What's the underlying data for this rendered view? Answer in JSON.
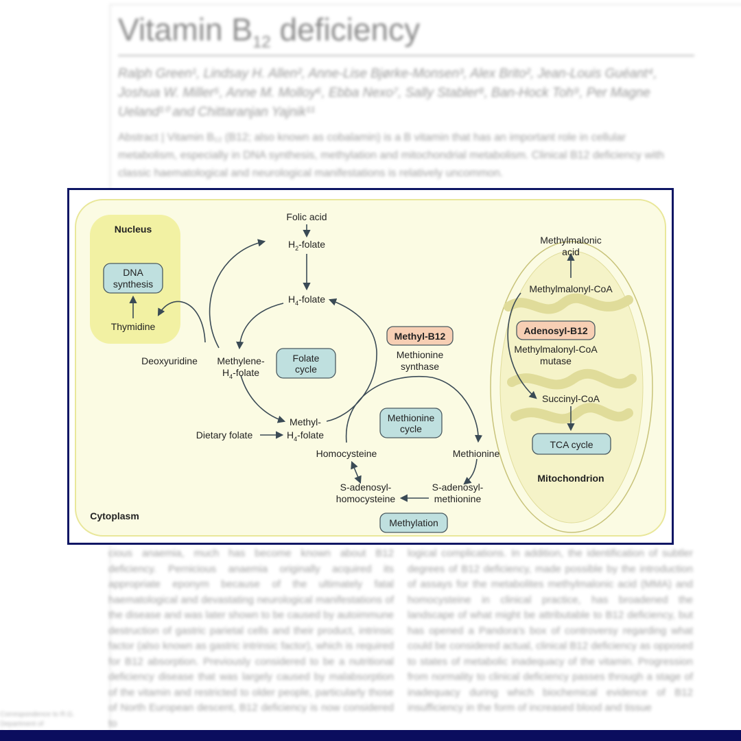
{
  "paper": {
    "title": "Vitamin B",
    "title_sub": "12",
    "title_rest": " deficiency",
    "authors": "Ralph Green¹, Lindsay H. Allen², Anne-Lise Bjørke-Monsen³, Alex Brito², Jean-Louis Guéant⁴, Joshua W. Miller⁵, Anne M. Molloy⁶, Ebba Nexo⁷, Sally Stabler⁸, Ban-Hock Toh⁹, Per Magne Ueland¹⁰ and Chittaranjan Yajnik¹¹",
    "abstract": "Abstract | Vitamin B₁₂ (B12; also known as cobalamin) is a B vitamin that has an important role in cellular metabolism, especially in DNA synthesis, methylation and mitochondrial metabolism. Clinical B12 deficiency with classic haematological and neurological manifestations is relatively uncommon.",
    "col_left": "cious anaemia, much has become known about B12 deficiency. Pernicious anaemia originally acquired its appropriate eponym because of the ultimately fatal haematological and devastating neurological manifestations of the disease and was later shown to be caused by autoimmune destruction of gastric parietal cells and their product, intrinsic factor (also known as gastric intrinsic factor), which is required for B12 absorption. Previously considered to be a nutritional deficiency disease that was largely caused by malabsorption of the vitamin and restricted to older people, particularly those of North European descent, B12 deficiency is now considered to",
    "col_right": "logical complications. In addition, the identification of subtler degrees of B12 deficiency, made possible by the introduction of assays for the metabolites methylmalonic acid (MMA) and homocysteine in clinical practice, has broadened the landscape of what might be attributable to B12 deficiency, but has opened a Pandora's box of controversy regarding what could be considered actual, clinical B12 deficiency as opposed to states of metabolic inadequacy of the vitamin. Progression from normality to clinical deficiency passes through a stage of inadequacy during which biochemical evidence of B12 insufficiency in the form of increased blood and tissue",
    "margin_note": "Correspondence to R.G. Department of Pathology"
  },
  "figure": {
    "nucleus": "Nucleus",
    "dna_synthesis": [
      "DNA",
      "synthesis"
    ],
    "thymidine": "Thymidine",
    "deoxyuridine": "Deoxyuridine",
    "methylene_h4_folate": [
      "Methylene-",
      "H",
      "4",
      "-folate"
    ],
    "folic_acid": "Folic acid",
    "h2_folate": [
      "H",
      "2",
      "-folate"
    ],
    "h4_folate": [
      "H",
      "4",
      "-folate"
    ],
    "folate_cycle": [
      "Folate",
      "cycle"
    ],
    "methyl_b12": "Methyl-B12",
    "methionine_synthase": [
      "Methionine",
      "synthase"
    ],
    "methyl_h4_folate": [
      "Methyl-",
      "H",
      "4",
      "-folate"
    ],
    "dietary_folate": "Dietary folate",
    "homocysteine": "Homocysteine",
    "methionine_cycle": [
      "Methionine",
      "cycle"
    ],
    "methionine": "Methionine",
    "s_adenosyl_homocysteine": [
      "S-adenosyl-",
      "homocysteine"
    ],
    "s_adenosyl_methionine": [
      "S-adenosyl-",
      "methionine"
    ],
    "methylation": "Methylation",
    "cytoplasm": "Cytoplasm",
    "methylmalonic_acid": [
      "Methylmalonic",
      "acid"
    ],
    "methylmalonyl_coa": "Methylmalonyl-CoA",
    "adenosyl_b12": "Adenosyl-B12",
    "methylmalonyl_coa_mutase": [
      "Methylmalonyl-CoA",
      "mutase"
    ],
    "succinyl_coa": "Succinyl-CoA",
    "tca_cycle": "TCA cycle",
    "mitochondrion": "Mitochondrion"
  },
  "colors": {
    "frame": "#0e1664",
    "cytoplasm_fill": "#fbfbe3",
    "cytoplasm_stroke": "#e9e79a",
    "nucleus_fill": "#f2f1a3",
    "box_fill": "#bfe0df",
    "b12_fill": "#f7cfb4",
    "arrow": "#3a4a55",
    "bottom_bar": "#0b0d5e"
  }
}
